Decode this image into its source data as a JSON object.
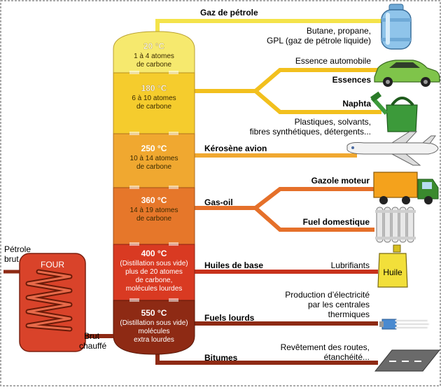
{
  "tower": {
    "sections": [
      {
        "temp": "20 °C",
        "lines": [
          "1 à 4 atomes",
          "de carbone"
        ],
        "color": "#f6e96e"
      },
      {
        "temp": "180 °C",
        "lines": [
          "6 à 10 atomes",
          "de carbone"
        ],
        "color": "#f5cc2d"
      },
      {
        "temp": "250 °C",
        "lines": [
          "10 à 14 atomes",
          "de carbone"
        ],
        "color": "#f0a830"
      },
      {
        "temp": "360 °C",
        "lines": [
          "14 à 19 atomes",
          "de carbone"
        ],
        "color": "#e6772a"
      },
      {
        "temp": "400 °C",
        "lines": [
          "(Distillation sous vide)",
          "plus de 20 atomes",
          "de carbone,",
          "molécules lourdes"
        ],
        "color": "#d93a22"
      },
      {
        "temp": "550 °C",
        "lines": [
          "(Distillation sous vide)",
          "molécules",
          "extra lourdes"
        ],
        "color": "#8e2a14"
      }
    ]
  },
  "four": {
    "label": "FOUR",
    "color": "#d9432a"
  },
  "labels": {
    "petrole_brut": [
      "Pétrole",
      "brut"
    ],
    "brut_chauffe": [
      "Brut",
      "chauffé"
    ]
  },
  "products": {
    "gaz": {
      "name": "Gaz de pétrole",
      "desc": [
        "Butane, propane,",
        "GPL (gaz de pétrole liquide)"
      ],
      "icon": "gas-bottle-icon"
    },
    "essences": {
      "name": "Essences",
      "desc": [
        "Essence automobile"
      ],
      "icon": "car-icon"
    },
    "naphta": {
      "name": "Naphta",
      "desc": [
        "Plastiques, solvants,",
        "fibres synthétiques, détergents..."
      ],
      "icon": "watering-can-icon"
    },
    "kerosene": {
      "name": "Kérosène avion",
      "desc": [],
      "icon": "airplane-icon"
    },
    "gazole": {
      "name": "Gazole moteur",
      "desc": [],
      "icon": "truck-icon"
    },
    "fuel_dom": {
      "name": "Fuel domestique",
      "desc": [],
      "icon": "radiator-icon"
    },
    "huiles": {
      "name": "Huiles de base",
      "desc": [
        "Lubrifiants"
      ],
      "icon": "oil-can-icon",
      "icon_text": "Huile"
    },
    "fuels_lourds": {
      "name": "Fuels lourds",
      "desc": [
        "Production d’électricité",
        "par les centrales",
        "thermiques"
      ],
      "icon": "light-bulb-icon"
    },
    "bitumes": {
      "name": "Bitumes",
      "desc": [
        "Revêtement des routes,",
        "étanchéité..."
      ],
      "icon": "road-icon"
    }
  },
  "pipe_colors": {
    "gaz": "#f4e34a",
    "essences": "#f2c01e",
    "kerosene": "#f0a830",
    "gasoil": "#e5702a",
    "huiles": "#c8321c",
    "lourds": "#8e2a14"
  }
}
